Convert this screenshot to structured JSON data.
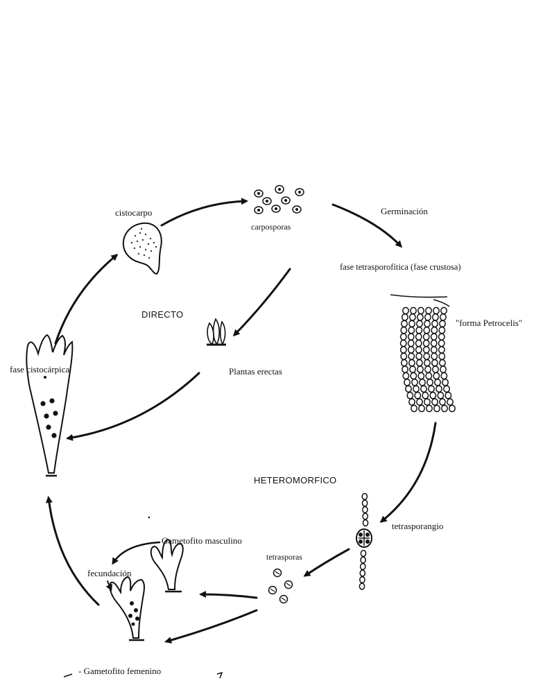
{
  "labels": {
    "cistocarpo": "cistocarpo",
    "carposporas": "carposporas",
    "germinacion": "Germinación",
    "fase_tetrasporofitica": "fase tetrasporofítica (fase crustosa)",
    "forma_petrocelis": "\"forma Petrocelis\"",
    "directo": "DIRECTO",
    "plantas_erectas": "Plantas erectas",
    "fase_cistocarpica": "fase cistocárpica",
    "heteromorfico": "HETEROMORFICO",
    "tetrasporangio": "tetrasporangio",
    "tetrasporas": "tetrasporas",
    "gametofito_masculino": "Gametofito masculino",
    "fecundacion": "fecundación",
    "gametofito_femenino": "- Gametofito femenino"
  },
  "colors": {
    "ink": "#111111",
    "background": "#ffffff"
  }
}
